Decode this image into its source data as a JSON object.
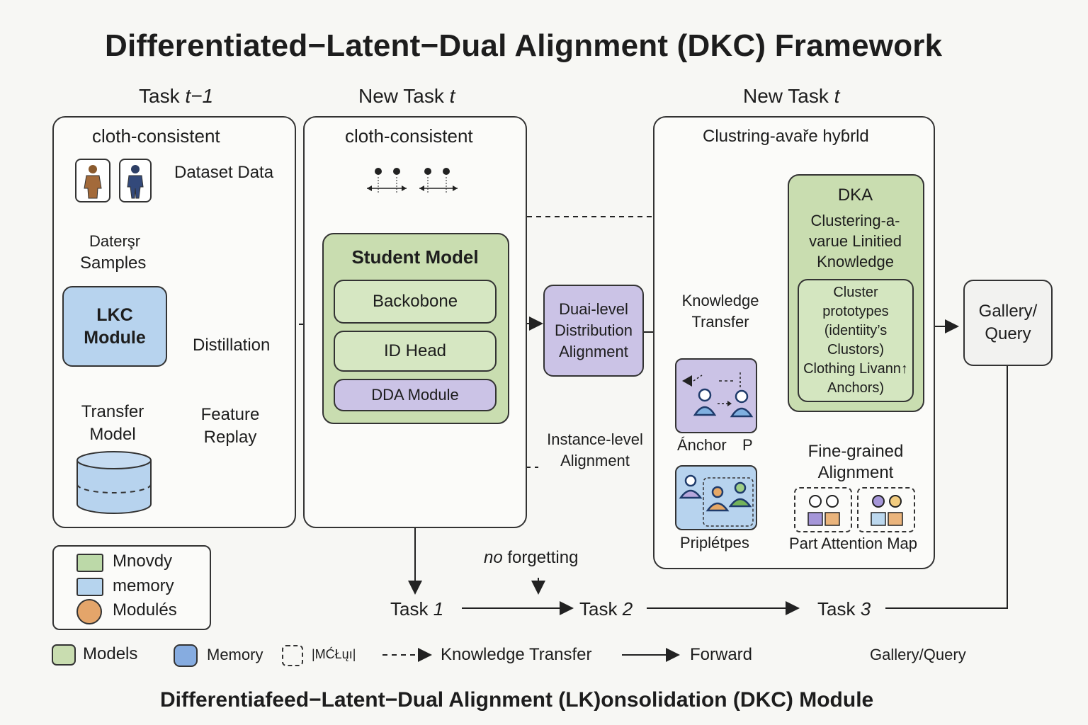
{
  "title": "Differentiated−Latent−Dual Alignment (DKC) Framework",
  "footer_title": "Differentiafeed−Latent−Dual Alignment (LK)onsolidation (DKC) Module",
  "columns": {
    "task_prev": {
      "prefix": "Task ",
      "var": "t−1"
    },
    "task_new_1": {
      "prefix": "New Task ",
      "var": "t"
    },
    "task_new_2": {
      "prefix": "New Task ",
      "var": "t"
    }
  },
  "panel1": {
    "heading": "cloth-consistent",
    "dataset_label": "Dataset Data",
    "dater_label": "Daterşr",
    "samples_label": "Samples",
    "lkc_label": "LKC\nModule",
    "distillation_label": "Distillation",
    "transfer_model_label": "Transfer\nModel",
    "feature_replay_label": "Feature\nReplay"
  },
  "panel2": {
    "heading": "cloth-consistent",
    "student_model": "Student Model",
    "backbone": "Backobone",
    "id_head": "ID Head",
    "dda_module": "DDA Module",
    "dual_level": "Duai-level\nDistribution\nAlignment",
    "instance_level": "Instance-level\nAlignment"
  },
  "panel3": {
    "heading": "Clustring-avaře hyɓrld",
    "dka_title": "DKA",
    "dka_sub": "Clustering-a-\nvarue Linitied\nKnowledge",
    "cluster_box": "Cluster\nprototypes\n(identiity’s\nClustors)\nClothing Livann↑\nAnchors)",
    "knowledge_transfer": "Knowledge\nTransfer",
    "anchor_label": "Ánchor",
    "p_label": "P",
    "fine_grained": "Fine-grained\nAlignment",
    "pripletpes": "Priplétpes",
    "part_attention": "Part Attention Map"
  },
  "gallery": "Gallery/\nQuery",
  "tasks": {
    "no_forgetting_em": "no",
    "no_forgetting_rest": " forgetting",
    "task1": {
      "prefix": "Task ",
      "num": "1"
    },
    "task2": {
      "prefix": "Task ",
      "num": "2"
    },
    "task3": {
      "prefix": "Task ",
      "num": "3"
    }
  },
  "legend_box": {
    "items": [
      {
        "label": "Mnovdy",
        "color": "#bcd9a8"
      },
      {
        "label": "memory",
        "color": "#b6d4ee"
      },
      {
        "label": "Modulés",
        "color": "#e4a56a"
      }
    ]
  },
  "bottom_legend": {
    "models": "Models",
    "memory": "Memory",
    "mkui": "|MĆŁųı|",
    "knowledge_transfer": "Knowledge Transfer",
    "forward": "Forward",
    "gallery_query": "Gallery/Query"
  },
  "colors": {
    "model_green": "#c9ddb0",
    "memory_blue": "#b7d3ee",
    "dda_purple": "#cbc3e6",
    "module_orange": "#e4a56a"
  }
}
